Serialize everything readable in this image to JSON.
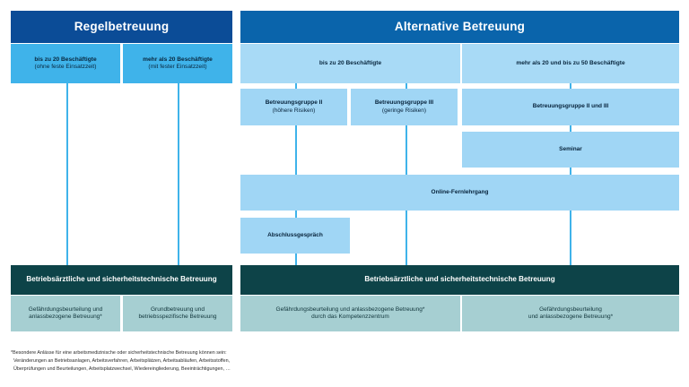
{
  "diagram": {
    "title_left": "Regelbetreuung",
    "title_right": "Alternative Betreuung",
    "left_column": {
      "header": "Regelbetreuung",
      "subcolumns": [
        {
          "line1": "bis zu 20 Beschäftigte",
          "line2": "(ohne feste Einsatzzeit)"
        },
        {
          "line1": "mehr als 20 Beschäftigte",
          "line2": "(mit fester Einsatzzeit)"
        }
      ],
      "result_header": "Betriebsärztliche und sicherheitstechnische Betreuung",
      "results": [
        {
          "line1": "Gefährdungsbeurteilung und",
          "line2": "anlassbezogene Betreuung*"
        },
        {
          "line1": "Grundbetreuung und",
          "line2": "betriebsspezifische Betreuung"
        }
      ]
    },
    "right_column": {
      "header": "Alternative Betreuung",
      "subcolumns": [
        {
          "line1": "bis zu 20 Beschäftigte"
        },
        {
          "line1": "mehr als 20 und bis zu 50 Beschäftigte"
        }
      ],
      "steps": [
        {
          "line1": "Betreuungsgruppe II",
          "line2": "(höhere Risiken)"
        },
        {
          "line1": "Betreuungsgruppe III",
          "line2": "(geringe Risiken)"
        },
        {
          "line1": "Betreuungsgruppe II und III"
        }
      ],
      "seminar": "Seminar",
      "online_course": "Online-Fernlehrgang",
      "final_talk": "Abschlussgespräch",
      "result_header": "Betriebsärztliche und sicherheitstechnische Betreuung",
      "results": [
        {
          "line1": "Gefährdungsbeurteilung und anlassbezogene Betreuung*",
          "line2": "durch das Kompetenzzentrum"
        },
        {
          "line1": "Gefährdungsbeurteilung",
          "line2": "und anlassbezogene Betreuung*"
        }
      ]
    },
    "footnote": {
      "line1": "*Besondere Anlässe für eine arbeitsmedizinische oder sicherheitstechnische Betreuung können sein:",
      "line2": "Veränderungen an Betriebsanlagen, Arbeitsverfahren, Arbeitsplätzen, Arbeitsabläufen, Arbeitsstoffen,",
      "line3": "Überprüfungen und Beurteilungen, Arbeitsplatzwechsel, Wiedereingliederung, Beeinträchtigungen, …"
    },
    "colors": {
      "header_dark_blue": "#0b4c97",
      "header_blue": "#0a64ab",
      "sub_mid_blue": "#3fb3ea",
      "sub_light_blue": "#a8daf6",
      "step_blue": "#a0d6f5",
      "teal_dark": "#0d4348",
      "teal_light": "#a6cfd2",
      "connector": "#3fb3ea",
      "background": "#ffffff"
    }
  }
}
